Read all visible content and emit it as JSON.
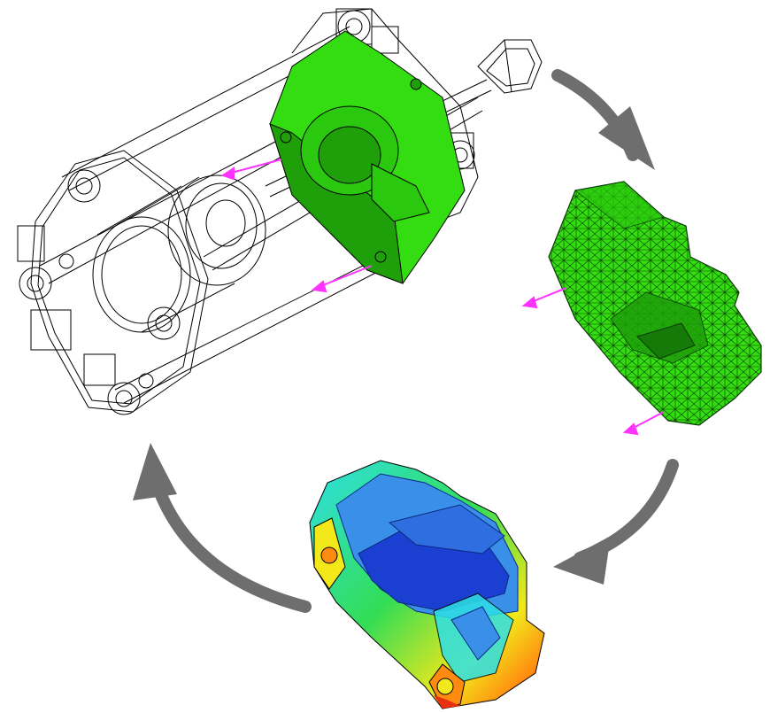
{
  "colors": {
    "background": "#ffffff",
    "wireframe": "#000000",
    "part_green": "#33dd11",
    "part_green_dark": "#1fa00a",
    "mesh_line": "#0b3a05",
    "load_arrow": "#ff33ff",
    "cycle_arrow": "#6e6e6e",
    "stress_blue": "#1b3fd0",
    "stress_mid": "#3a8fe8",
    "stress_cyan": "#2ee0e6",
    "stress_green": "#33dd55",
    "stress_yellow": "#f2e81a",
    "stress_orange": "#ff8a10",
    "stress_red": "#e83010"
  },
  "panels": [
    {
      "id": "cad-assembly",
      "icon": "wireframe-assembly-icon"
    },
    {
      "id": "meshed-part",
      "icon": "fe-mesh-icon"
    },
    {
      "id": "stress-result",
      "icon": "stress-contour-icon"
    }
  ],
  "cycle": [
    "cad-assembly",
    "meshed-part",
    "stress-result"
  ]
}
